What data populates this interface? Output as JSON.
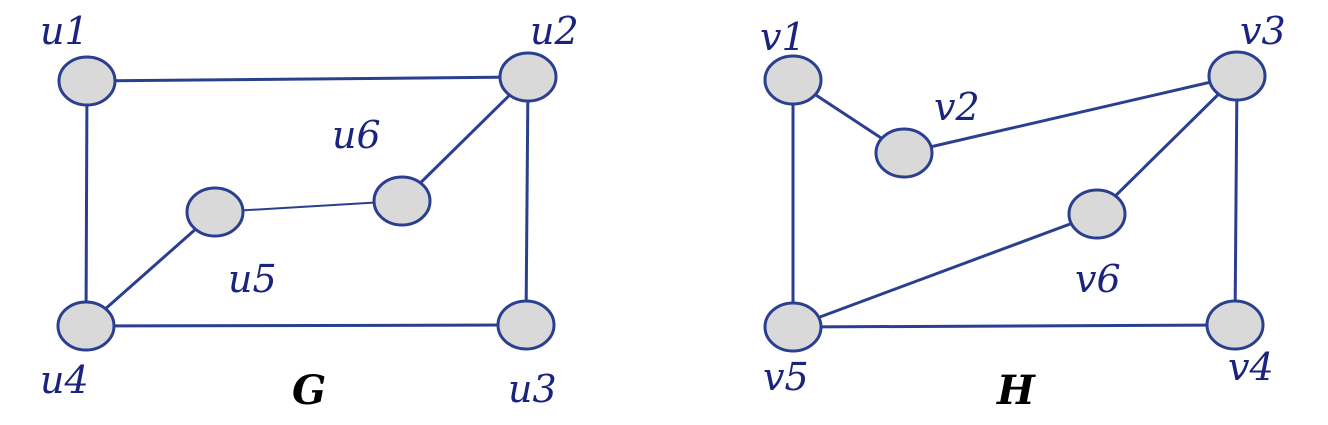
{
  "colors": {
    "edge": "#2a3f8f",
    "node_fill": "#d9d9d9",
    "node_stroke": "#2a3f8f",
    "label": "#1a237e"
  },
  "graphs": [
    {
      "name": "G",
      "vertices": [
        "u1",
        "u2",
        "u3",
        "u4",
        "u5",
        "u6"
      ],
      "edges": [
        [
          "u1",
          "u2"
        ],
        [
          "u1",
          "u4"
        ],
        [
          "u2",
          "u3"
        ],
        [
          "u2",
          "u6"
        ],
        [
          "u3",
          "u4"
        ],
        [
          "u4",
          "u5"
        ],
        [
          "u5",
          "u6"
        ]
      ]
    },
    {
      "name": "H",
      "vertices": [
        "v1",
        "v2",
        "v3",
        "v4",
        "v5",
        "v6"
      ],
      "edges": [
        [
          "v1",
          "v2"
        ],
        [
          "v1",
          "v5"
        ],
        [
          "v2",
          "v3"
        ],
        [
          "v3",
          "v4"
        ],
        [
          "v3",
          "v6"
        ],
        [
          "v4",
          "v5"
        ],
        [
          "v5",
          "v6"
        ]
      ]
    }
  ]
}
